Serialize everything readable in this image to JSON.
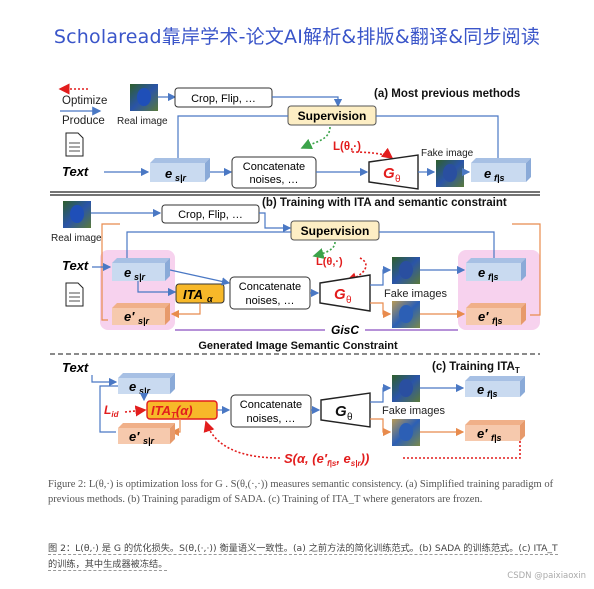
{
  "banner": "Scholaread靠岸学术-论文AI解析&排版&翻译&同步阅读",
  "panel_a": {
    "title": "(a) Most previous methods",
    "legend_optimize": "Optimize",
    "legend_produce": "Produce",
    "real_image": "Real image",
    "crop": "Crop, Flip, …",
    "supervision": "Supervision",
    "loss": "L(θ,·)",
    "concat_1": "Concatenate",
    "concat_2": "noises, …",
    "generator": "G",
    "generator_sub": "θ",
    "fake_image": "Fake image",
    "text": "Text",
    "e_sr": "e",
    "e_sr_sub": "s|r",
    "e_fs": "e",
    "e_fs_sub": "f|s"
  },
  "panel_b": {
    "title": "(b) Training with ITA and semantic constraint",
    "real_image": "Real image",
    "crop": "Crop, Flip, …",
    "supervision": "Supervision",
    "loss": "L(θ,·)",
    "text": "Text",
    "ita": "ITA",
    "ita_sub": "α",
    "concat_1": "Concatenate",
    "concat_2": "noises, …",
    "generator": "G",
    "generator_sub": "θ",
    "fake_images": "Fake images",
    "gisc": "GisC",
    "constraint": "Generated Image Semantic Constraint",
    "e_sr": "e",
    "e_sr_sub": "s|r",
    "e_sr_prime": "e′",
    "e_fs": "e",
    "e_fs_sub": "f|s",
    "e_fs_prime": "e′"
  },
  "panel_c": {
    "title": "(c) Training ITA",
    "title_sub": "T",
    "text": "Text",
    "lid": "L",
    "lid_sub": "id",
    "ita": "ITA",
    "ita_sub": "T",
    "ita_arg": "(α)",
    "concat_1": "Concatenate",
    "concat_2": "noises, …",
    "generator": "G",
    "generator_sub": "θ",
    "fake_images": "Fake images",
    "s_formula": "S(α, (e′",
    "s_formula_mid": "f|s",
    "s_formula_end": ", e",
    "s_formula_last": "s|r",
    "s_formula_close": "))",
    "e_sr": "e",
    "e_sr_sub": "s|r",
    "e_sr_prime": "e′",
    "e_fs": "e",
    "e_fs_sub": "f|s",
    "e_fs_prime": "e′"
  },
  "caption_en": "Figure 2: L(θ,·) is optimization loss for G . S(θ,(·,·)) measures semantic consistency. (a) Simplified training paradigm of previous methods. (b) Training paradigm of SADA. (c) Training of ITA_T where generators are frozen.",
  "caption_zh": "图 2：L(θ,·) 是 G 的优化损失。S(θ,(·,·)) 衡量语义一致性。(a) 之前方法的简化训练范式。(b) SADA 的训练范式。(c) ITA_T 的训练，其中生成器被冻结。",
  "watermark": "CSDN @paixiaoxin",
  "colors": {
    "blue_box": "#c9daf0",
    "peach_box": "#f6c9ad",
    "supervision": "#fdeec4",
    "ita_fill": "#f7b829",
    "pink_bg": "#f7d2ee",
    "red": "#e21d1d",
    "green": "#3ca34a",
    "line_blue": "#4a78c4",
    "line_orange": "#e88b4d"
  }
}
